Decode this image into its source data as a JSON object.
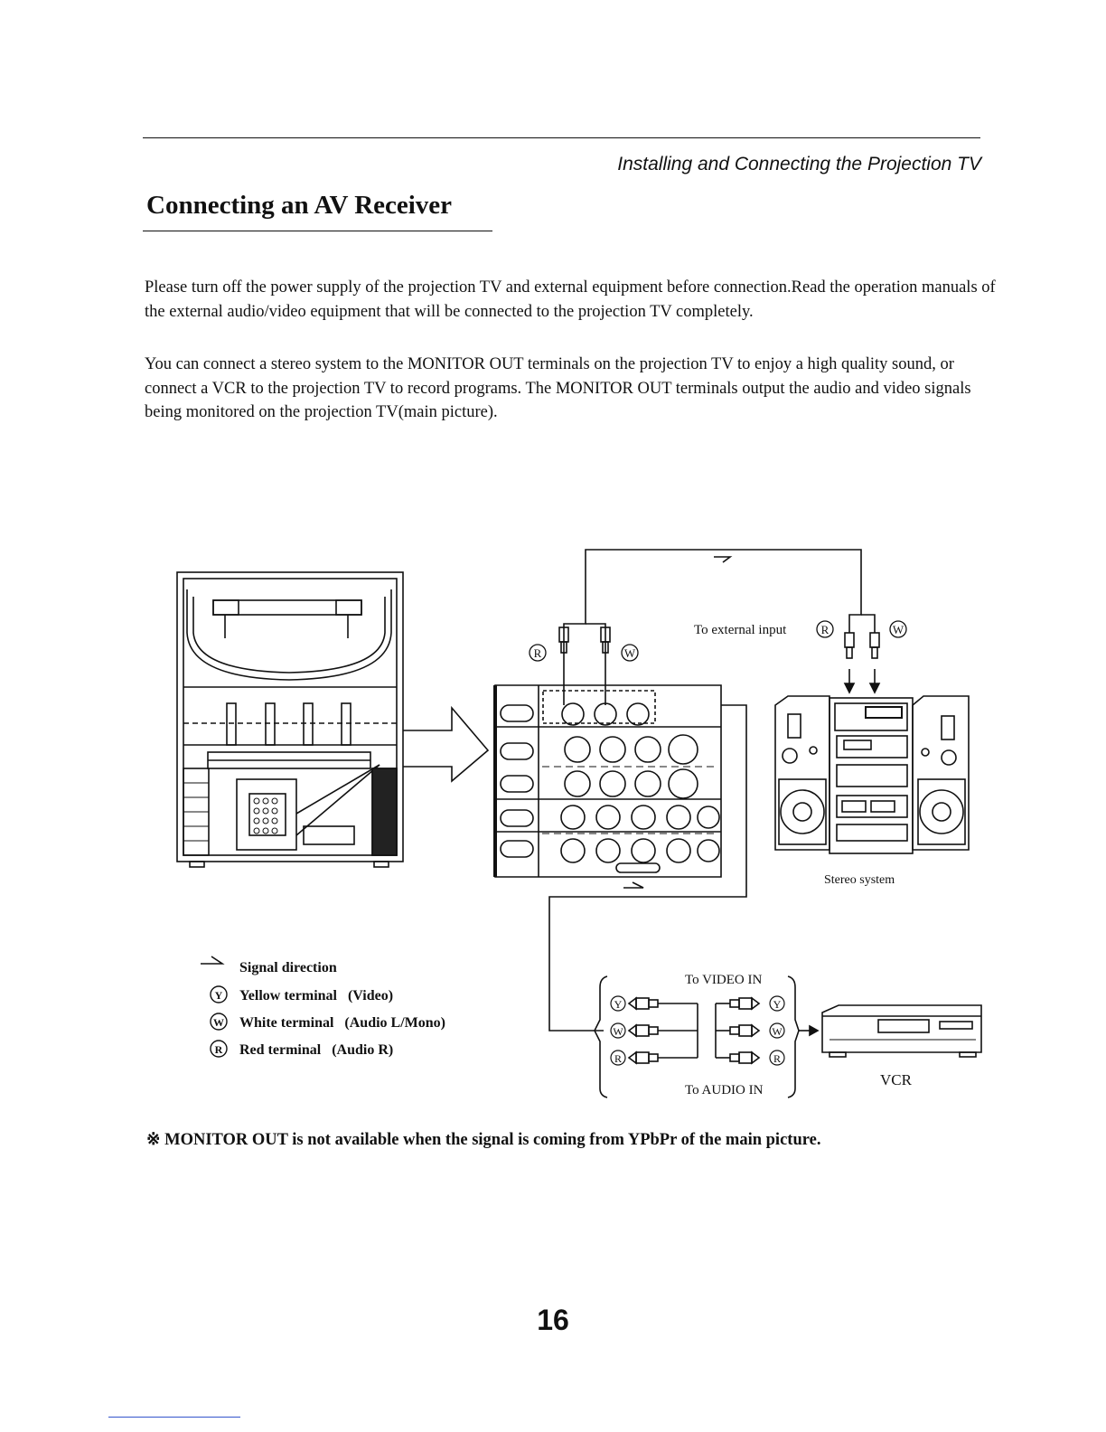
{
  "header": {
    "section": "Installing and Connecting the Projection TV"
  },
  "title": "Connecting an AV Receiver",
  "paragraphs": [
    "Please turn off the power supply of the projection TV and external equipment before connection.Read the operation manuals of the external audio/video equipment that will be connected to the projection TV completely.",
    "You can connect a stereo system to the MONITOR OUT terminals on the projection TV to enjoy a high quality sound, or connect a VCR to the projection TV to record programs. The MONITOR OUT terminals output the audio and video signals being monitored on the projection TV(main picture)."
  ],
  "diagram": {
    "external_input_label": "To external input",
    "stereo_label": "Stereo system",
    "video_in_label": "To VIDEO IN",
    "audio_in_label": "To AUDIO IN",
    "vcr_label": "VCR",
    "terminal_marks": {
      "red": "R",
      "white": "W",
      "yellow": "Y"
    },
    "legend": [
      {
        "mark": "",
        "text": "Signal direction"
      },
      {
        "mark": "Y",
        "text": "Yellow terminal   (Video)"
      },
      {
        "mark": "W",
        "text": "White terminal   (Audio L/Mono)"
      },
      {
        "mark": "R",
        "text": "Red terminal   (Audio R)"
      }
    ]
  },
  "note": "※ MONITOR OUT is not available when the signal is coming from YPbPr of the main picture.",
  "page_number": "16"
}
